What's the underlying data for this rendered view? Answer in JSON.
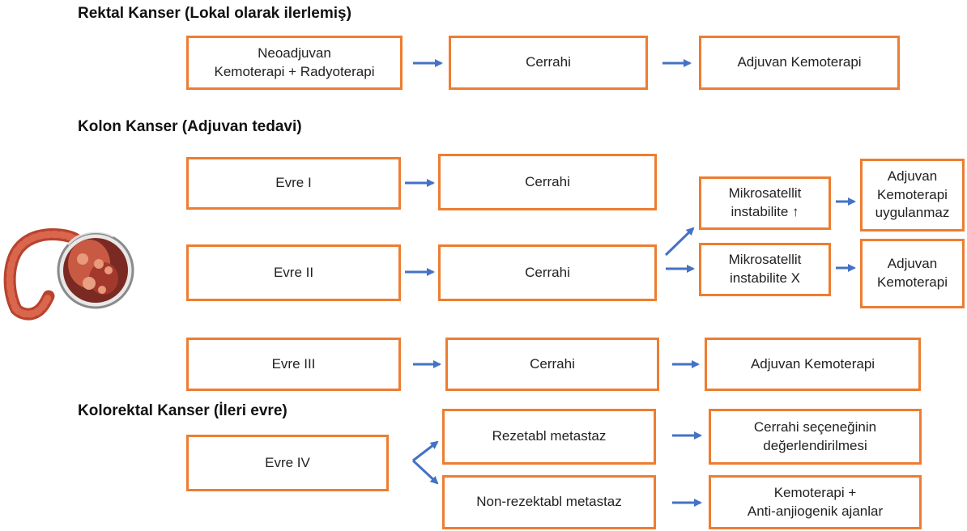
{
  "sections": {
    "rectal": {
      "title": "Rektal Kanser (Lokal olarak ilerlemiş)",
      "steps": [
        "Neoadjuvan\nKemoterapi + Radyoterapi",
        "Cerrahi",
        "Adjuvan Kemoterapi"
      ]
    },
    "colon": {
      "title": "Kolon Kanser (Adjuvan tedavi)",
      "stage1": {
        "stage": "Evre I",
        "surgery": "Cerrahi"
      },
      "stage2": {
        "stage": "Evre II",
        "surgery": "Cerrahi",
        "msi_high": "Mikrosatellit\ninstabilite ↑",
        "msi_high_result": "Adjuvan\nKemoterapi\nuygulanmaz",
        "msi_x": "Mikrosatellit\ninstabilite X",
        "msi_x_result": "Adjuvan\nKemoterapi"
      },
      "stage3": {
        "stage": "Evre III",
        "surgery": "Cerrahi",
        "result": "Adjuvan Kemoterapi"
      }
    },
    "advanced": {
      "title": "Kolorektal Kanser (İleri evre)",
      "stage": "Evre IV",
      "resectable": "Rezetabl metastaz",
      "resectable_result": "Cerrahi seçeneğinin\ndeğerlendirilmesi",
      "nonresectable": "Non-rezektabl metastaz",
      "nonresectable_result": "Kemoterapi +\nAnti-anjiogenik ajanlar"
    }
  },
  "colors": {
    "box_border": "#ed7d31",
    "arrow": "#4472c4",
    "text": "#222222"
  },
  "icons": {
    "illustration": "colon-illustration-icon"
  }
}
